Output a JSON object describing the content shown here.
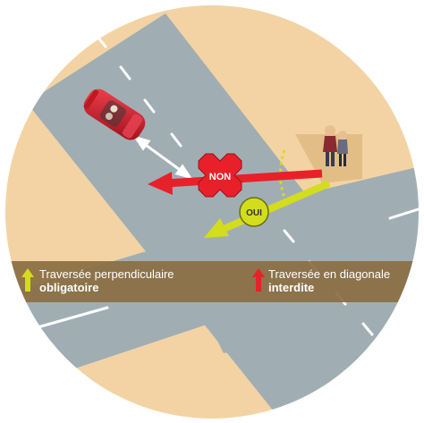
{
  "labels": {
    "non": "NON",
    "oui": "OUI"
  },
  "legend": {
    "left": {
      "line1": "Traversée perpendiculaire",
      "line2": "obligatoire"
    },
    "right": {
      "line1": "Traversée en diagonale",
      "line2": "interdite"
    }
  },
  "colors": {
    "background": "#ffffff",
    "ground": "#F3D3A4",
    "road": "#A0AEB4",
    "band": "#8A6E42",
    "red_arrow": "#E8202A",
    "yellow": "#D4DC1E",
    "car": "#D0202A"
  }
}
